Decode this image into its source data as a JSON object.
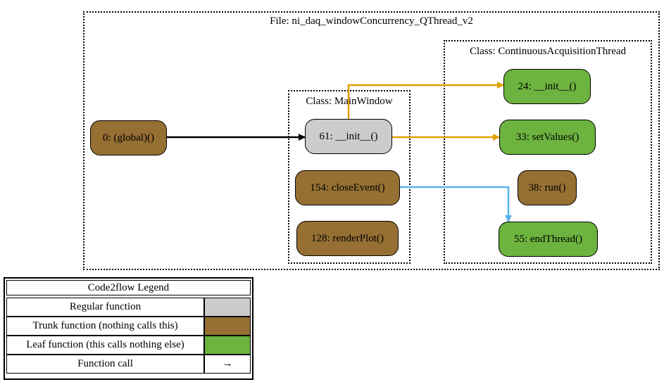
{
  "file_cluster": {
    "label": "File: ni_daq_windowConcurrency_QThread_v2"
  },
  "mainwindow_cluster": {
    "label": "Class: MainWindow"
  },
  "thread_cluster": {
    "label": "Class: ContinuousAcquisitionThread"
  },
  "nodes": {
    "global": {
      "label": "0: (global)()",
      "kind": "trunk"
    },
    "mw_init": {
      "label": "61: __init__()",
      "kind": "regular"
    },
    "close_event": {
      "label": "154: closeEvent()",
      "kind": "trunk"
    },
    "render_plot": {
      "label": "128: renderPlot()",
      "kind": "trunk"
    },
    "th_init": {
      "label": "24: __init__()",
      "kind": "leaf"
    },
    "set_values": {
      "label": "33: setValues()",
      "kind": "leaf"
    },
    "run": {
      "label": "38: run()",
      "kind": "trunk"
    },
    "end_thread": {
      "label": "55: endThread()",
      "kind": "leaf"
    }
  },
  "edges": [
    {
      "from": "0: (global)()",
      "to": "61: __init__()",
      "color": "#000000"
    },
    {
      "from": "61: __init__()",
      "to": "24: __init__()",
      "color": "#e0a000"
    },
    {
      "from": "61: __init__()",
      "to": "33: setValues()",
      "color": "#e0a000"
    },
    {
      "from": "154: closeEvent()",
      "to": "55: endThread()",
      "color": "#56b4e9"
    }
  ],
  "colors": {
    "regular": "#cccccc",
    "trunk": "#966f33",
    "leaf": "#6db33f"
  },
  "legend": {
    "title": "Code2flow Legend",
    "rows": [
      {
        "label": "Regular function",
        "swatch": "regular"
      },
      {
        "label": "Trunk function (nothing calls this)",
        "swatch": "trunk"
      },
      {
        "label": "Leaf function (this calls nothing else)",
        "swatch": "leaf"
      },
      {
        "label": "Function call",
        "symbol": "→"
      }
    ]
  }
}
